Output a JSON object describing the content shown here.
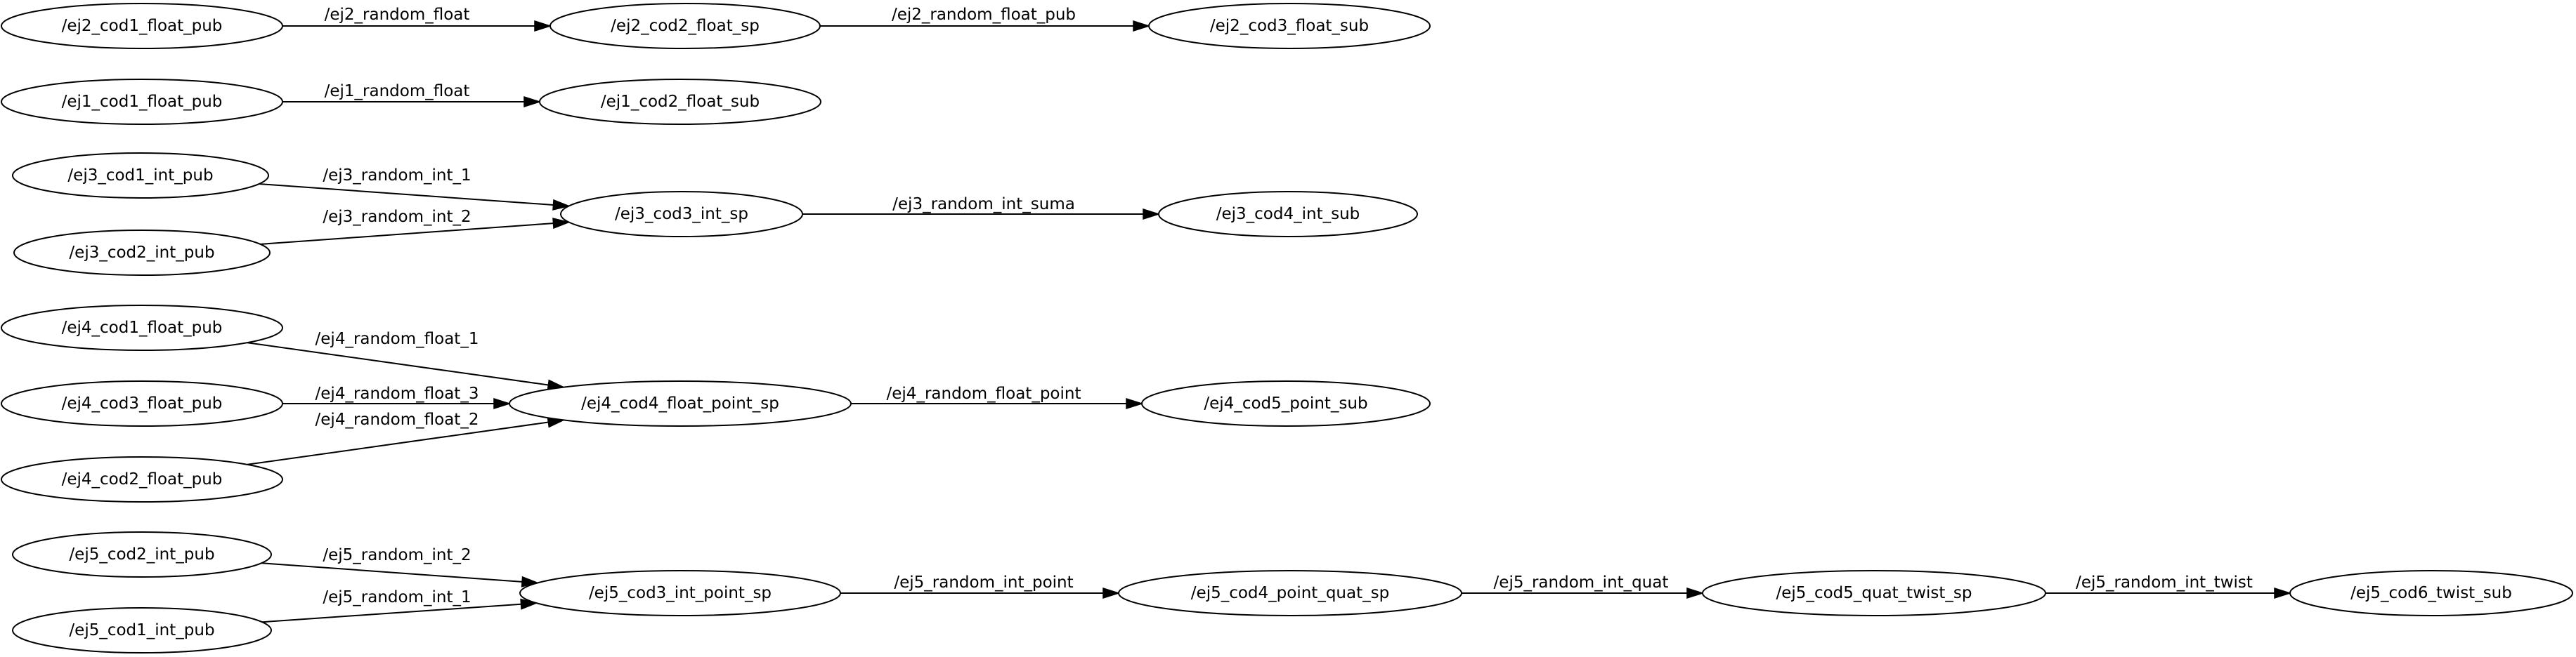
{
  "graph": {
    "nodes": [
      {
        "id": "ej2_cod1",
        "label": "/ej2_cod1_float_pub"
      },
      {
        "id": "ej2_cod2",
        "label": "/ej2_cod2_float_sp"
      },
      {
        "id": "ej2_cod3",
        "label": "/ej2_cod3_float_sub"
      },
      {
        "id": "ej1_cod1",
        "label": "/ej1_cod1_float_pub"
      },
      {
        "id": "ej1_cod2",
        "label": "/ej1_cod2_float_sub"
      },
      {
        "id": "ej3_cod1",
        "label": "/ej3_cod1_int_pub"
      },
      {
        "id": "ej3_cod2",
        "label": "/ej3_cod2_int_pub"
      },
      {
        "id": "ej3_cod3",
        "label": "/ej3_cod3_int_sp"
      },
      {
        "id": "ej3_cod4",
        "label": "/ej3_cod4_int_sub"
      },
      {
        "id": "ej4_cod1",
        "label": "/ej4_cod1_float_pub"
      },
      {
        "id": "ej4_cod3",
        "label": "/ej4_cod3_float_pub"
      },
      {
        "id": "ej4_cod2",
        "label": "/ej4_cod2_float_pub"
      },
      {
        "id": "ej4_cod4",
        "label": "/ej4_cod4_float_point_sp"
      },
      {
        "id": "ej4_cod5",
        "label": "/ej4_cod5_point_sub"
      },
      {
        "id": "ej5_cod2",
        "label": "/ej5_cod2_int_pub"
      },
      {
        "id": "ej5_cod1",
        "label": "/ej5_cod1_int_pub"
      },
      {
        "id": "ej5_cod3",
        "label": "/ej5_cod3_int_point_sp"
      },
      {
        "id": "ej5_cod4",
        "label": "/ej5_cod4_point_quat_sp"
      },
      {
        "id": "ej5_cod5",
        "label": "/ej5_cod5_quat_twist_sp"
      },
      {
        "id": "ej5_cod6",
        "label": "/ej5_cod6_twist_sub"
      }
    ],
    "edges": [
      {
        "id": "e1",
        "from": "ej2_cod1",
        "to": "ej2_cod2",
        "label": "/ej2_random_float"
      },
      {
        "id": "e2",
        "from": "ej2_cod2",
        "to": "ej2_cod3",
        "label": "/ej2_random_float_pub"
      },
      {
        "id": "e3",
        "from": "ej1_cod1",
        "to": "ej1_cod2",
        "label": "/ej1_random_float"
      },
      {
        "id": "e4",
        "from": "ej3_cod1",
        "to": "ej3_cod3",
        "label": "/ej3_random_int_1"
      },
      {
        "id": "e5",
        "from": "ej3_cod2",
        "to": "ej3_cod3",
        "label": "/ej3_random_int_2"
      },
      {
        "id": "e6",
        "from": "ej3_cod3",
        "to": "ej3_cod4",
        "label": "/ej3_random_int_suma"
      },
      {
        "id": "e7",
        "from": "ej4_cod1",
        "to": "ej4_cod4",
        "label": "/ej4_random_float_1"
      },
      {
        "id": "e8",
        "from": "ej4_cod3",
        "to": "ej4_cod4",
        "label": "/ej4_random_float_3"
      },
      {
        "id": "e9",
        "from": "ej4_cod2",
        "to": "ej4_cod4",
        "label": "/ej4_random_float_2"
      },
      {
        "id": "e10",
        "from": "ej4_cod4",
        "to": "ej4_cod5",
        "label": "/ej4_random_float_point"
      },
      {
        "id": "e11",
        "from": "ej5_cod2",
        "to": "ej5_cod3",
        "label": "/ej5_random_int_2"
      },
      {
        "id": "e12",
        "from": "ej5_cod1",
        "to": "ej5_cod3",
        "label": "/ej5_random_int_1"
      },
      {
        "id": "e13",
        "from": "ej5_cod3",
        "to": "ej5_cod4",
        "label": "/ej5_random_int_point"
      },
      {
        "id": "e14",
        "from": "ej5_cod4",
        "to": "ej5_cod5",
        "label": "/ej5_random_int_quat"
      },
      {
        "id": "e15",
        "from": "ej5_cod5",
        "to": "ej5_cod6",
        "label": "/ej5_random_int_twist"
      }
    ]
  }
}
